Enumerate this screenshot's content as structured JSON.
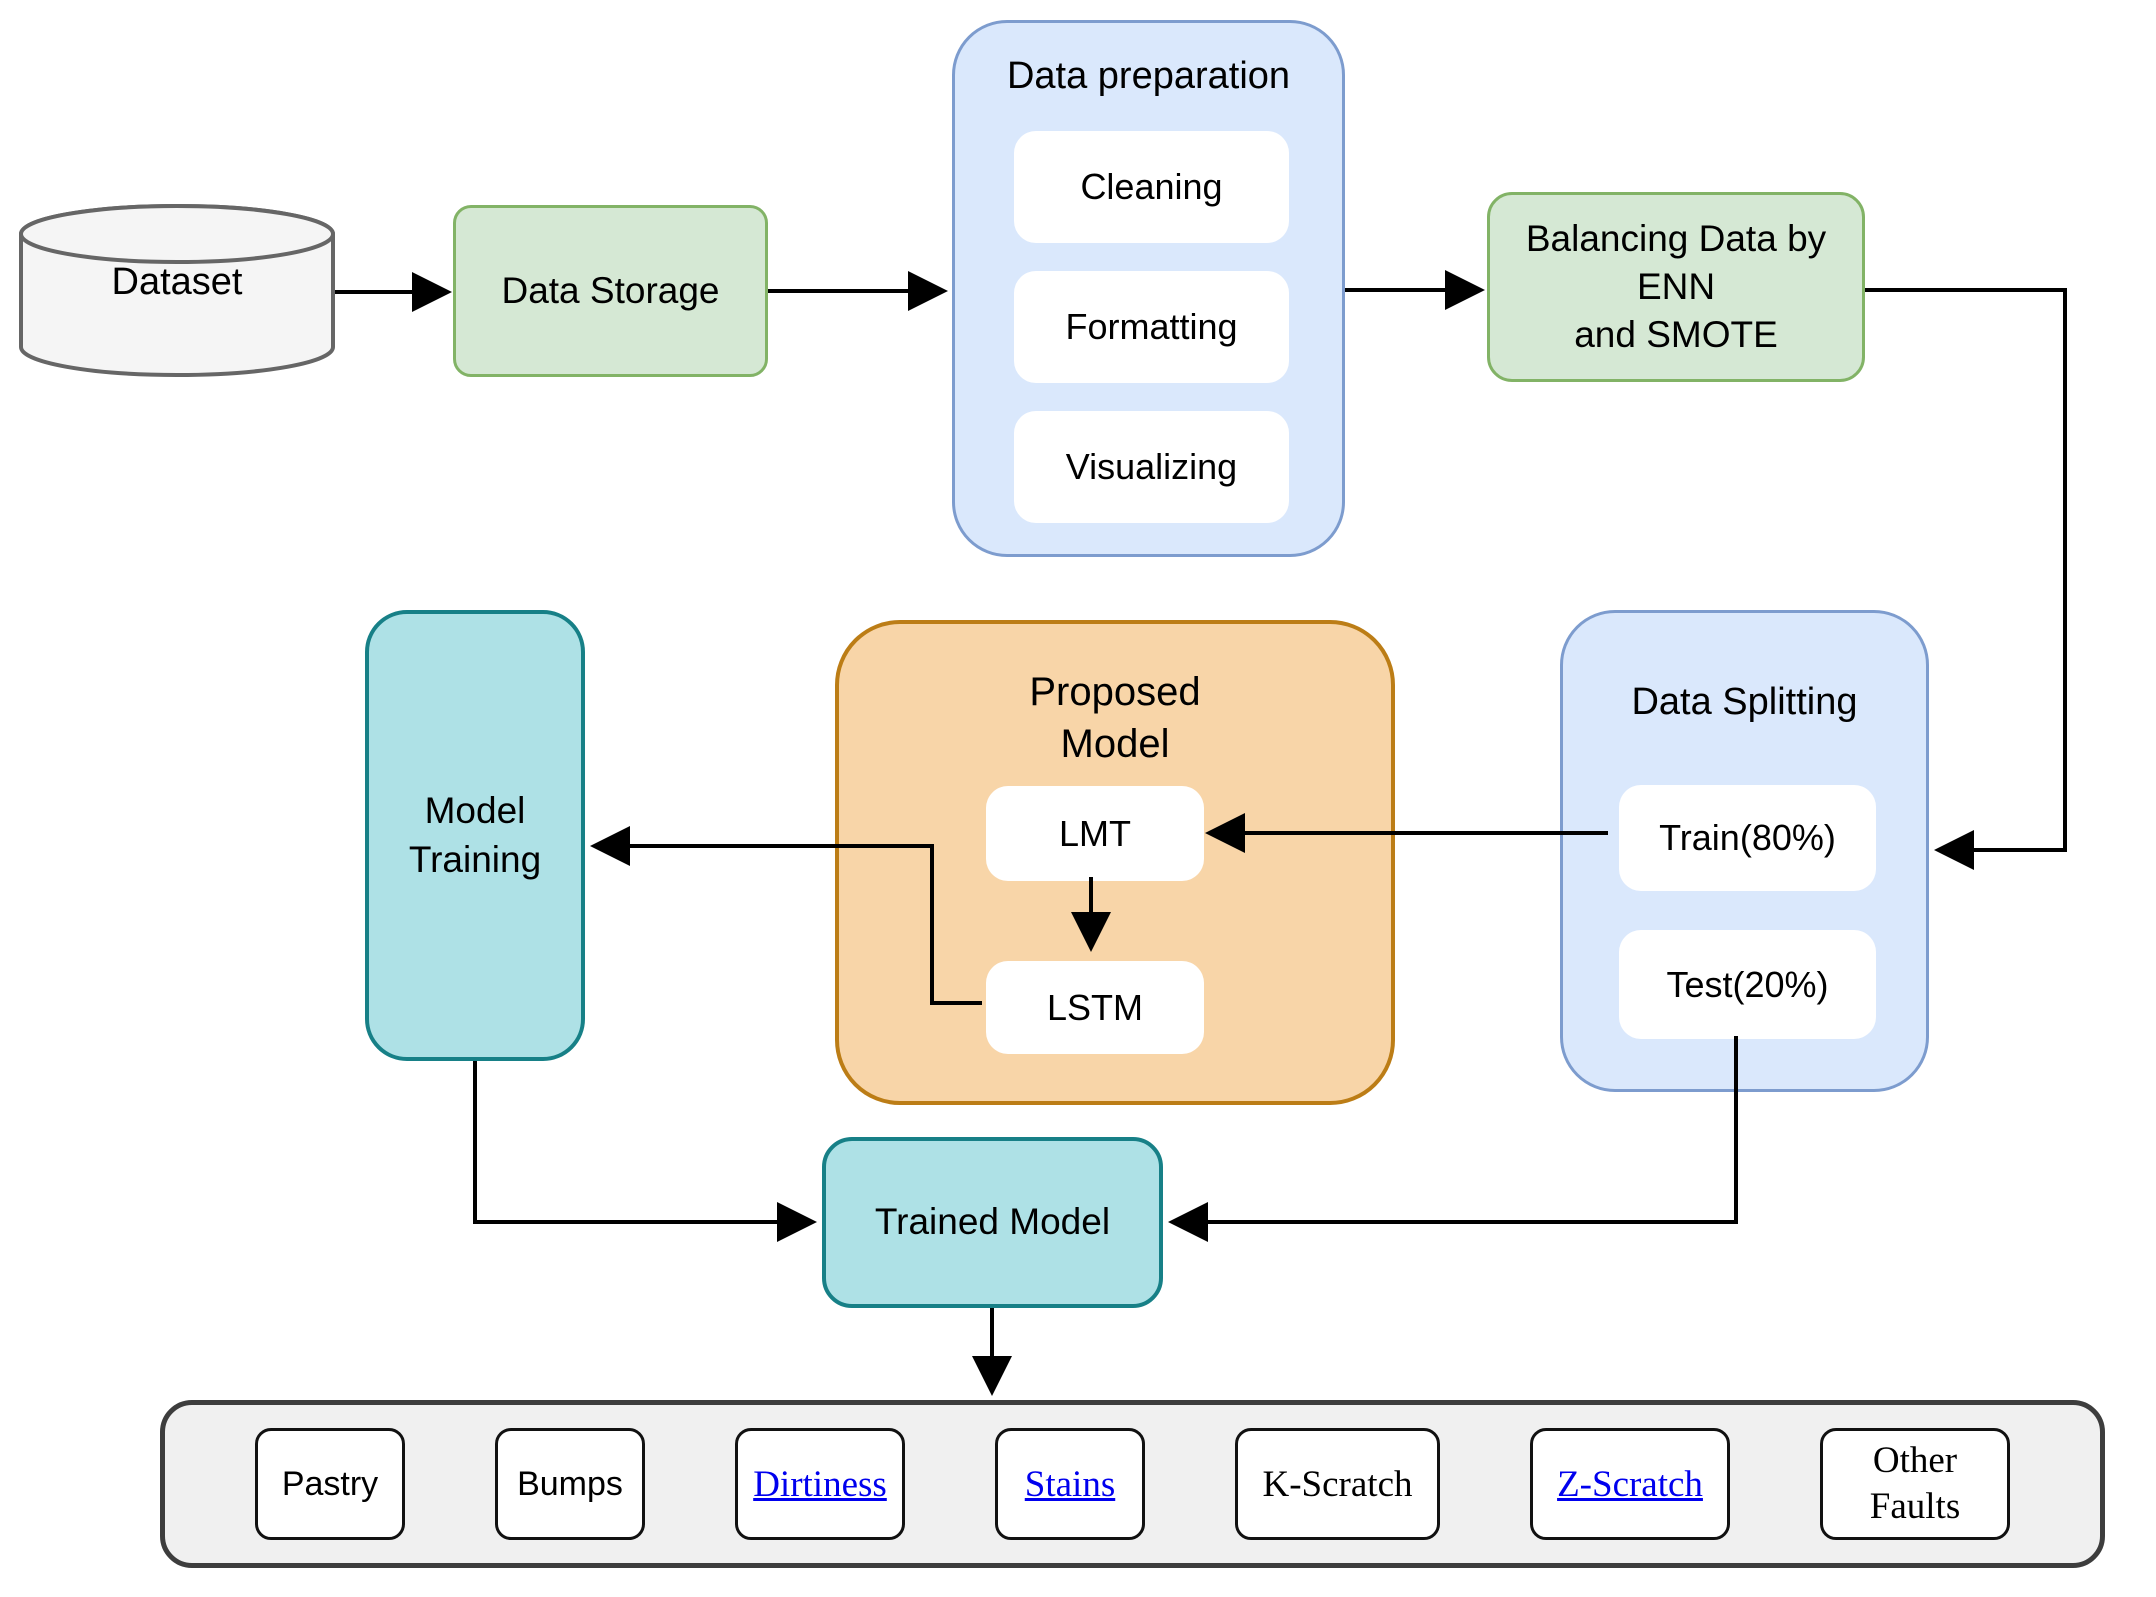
{
  "diagram_type": "flowchart",
  "colors": {
    "green_fill": "#d5e8d4",
    "green_stroke": "#82b366",
    "blue_fill": "#dae8fc",
    "blue_stroke": "#7d9cce",
    "orange_fill": "#f8d5a8",
    "orange_stroke": "#bc7d16",
    "teal_fill": "#aee1e6",
    "teal_stroke": "#178087",
    "cylinder_fill": "#f5f5f5",
    "cylinder_stroke": "#666666",
    "fault_container_fill": "#f0f0f0",
    "fault_container_stroke": "#3d3d3d",
    "link_blue": "#0000ee",
    "connector": "#000000"
  },
  "nodes": {
    "dataset": {
      "label": "Dataset"
    },
    "data_storage": {
      "label": "Data Storage"
    },
    "data_preparation": {
      "title": "Data preparation",
      "steps": [
        "Cleaning",
        "Formatting",
        "Visualizing"
      ]
    },
    "balancing": {
      "line1": "Balancing Data by ENN",
      "line2": "and SMOTE"
    },
    "data_splitting": {
      "title": "Data Splitting",
      "train": "Train(80%)",
      "test": "Test(20%)"
    },
    "proposed_model": {
      "title_line1": "Proposed",
      "title_line2": "Model",
      "lmt": "LMT",
      "lstm": "LSTM"
    },
    "model_training": {
      "line1": "Model",
      "line2": "Training"
    },
    "trained_model": {
      "label": "Trained Model"
    }
  },
  "fault_classes": {
    "items": [
      {
        "label": "Pastry",
        "link": false
      },
      {
        "label": "Bumps",
        "link": false
      },
      {
        "label": "Dirtiness",
        "link": true
      },
      {
        "label": "Stains",
        "link": true
      },
      {
        "label": "K-Scratch",
        "link": false
      },
      {
        "label": "Z-Scratch",
        "link": true
      },
      {
        "label": "Other Faults",
        "link": false
      }
    ]
  },
  "flow": [
    "Dataset -> Data Storage -> Data preparation -> Balancing Data by ENN and SMOTE -> Data Splitting",
    "Train(80%) -> LMT -> LSTM -> Model Training -> Trained Model",
    "Test(20%) -> Trained Model -> fault classes"
  ]
}
